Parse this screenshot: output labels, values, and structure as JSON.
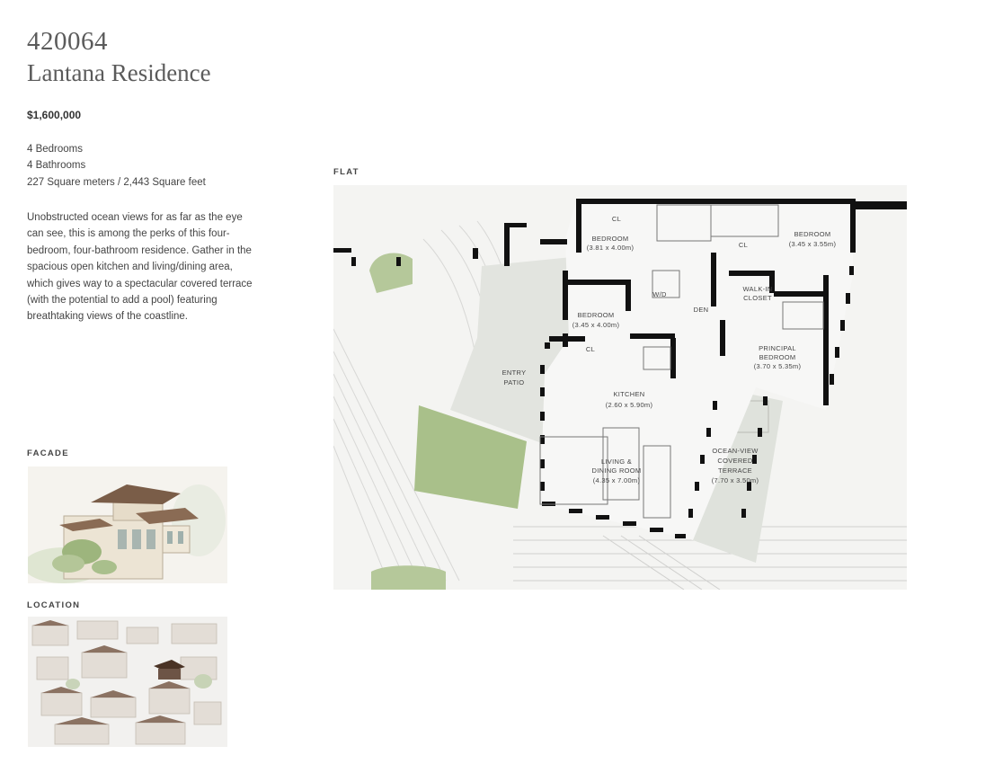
{
  "listing": {
    "id": "420064",
    "name": "Lantana Residence",
    "price": "$1,600,000",
    "specs": [
      "4 Bedrooms",
      "4 Bathrooms",
      "227 Square meters / 2,443 Square feet"
    ],
    "description": "Unobstructed ocean views for as far as the eye can see, this is among the perks of this four-bedroom, four-bathroom residence. Gather in the spacious open kitchen and living/dining area, which gives way to a spectacular covered terrace (with the potential to add a pool) featuring breathtaking views of the coastline."
  },
  "sections": {
    "facade": "FACADE",
    "location": "LOCATION",
    "flat": "FLAT"
  },
  "floorplan": {
    "rooms": {
      "bedroom1_name": "BEDROOM",
      "bedroom1_size": "(3.81 x 4.00m)",
      "bedroom1_closet": "CL",
      "bedroom2_name": "BEDROOM",
      "bedroom2_size": "(3.45 x 3.55m)",
      "bedroom2_closet": "CL",
      "bedroom3_name": "BEDROOM",
      "bedroom3_size": "(3.45 x 4.00m)",
      "bedroom3_closet": "CL",
      "wd": "W/D",
      "den": "DEN",
      "walkin_1": "WALK-IN",
      "walkin_2": "CLOSET",
      "principal_1": "PRINCIPAL",
      "principal_2": "BEDROOM",
      "principal_size": "(3.70 x 5.35m)",
      "entry_1": "ENTRY",
      "entry_2": "PATIO",
      "kitchen_name": "KITCHEN",
      "kitchen_size": "(2.60 x 5.90m)",
      "living_1": "LIVING &",
      "living_2": "DINING ROOM",
      "living_size": "(4.35 x 7.00m)",
      "terrace_1": "OCEAN-VIEW",
      "terrace_2": "COVERED",
      "terrace_3": "TERRACE",
      "terrace_size": "(7.70 x 3.50m)"
    }
  }
}
